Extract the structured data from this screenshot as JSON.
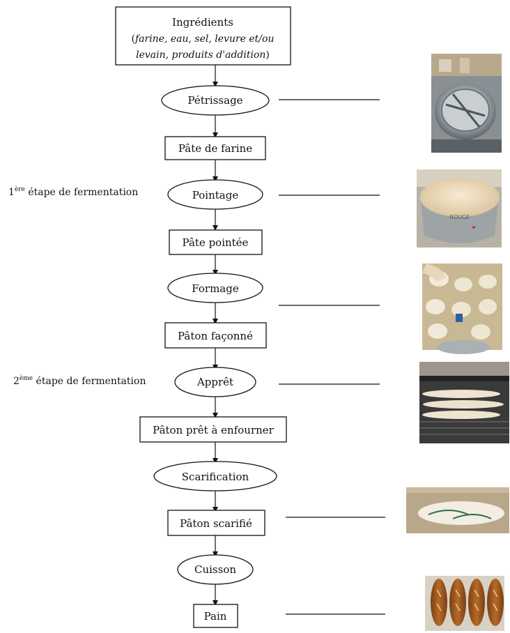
{
  "ingredients": {
    "title": "Ingrédients",
    "paren_open": "(",
    "line2": "farine, eau, sel, levure et/ou",
    "line3": "levain, produits d'addition",
    "paren_close": ")"
  },
  "nodes": {
    "petrissage": "Pétrissage",
    "pate_farine": "Pâte de farine",
    "pointage": "Pointage",
    "pate_pointee": "Pâte pointée",
    "formage": "Formage",
    "paton_faconne": "Pâton façonné",
    "appret": "Apprêt",
    "paton_pret": "Pâton prêt à enfourner",
    "scarification": "Scarification",
    "paton_scarifie": "Pâton scarifié",
    "cuisson": "Cuisson",
    "pain": "Pain"
  },
  "side_labels": {
    "first": {
      "ordinal": "1",
      "sup": "ère",
      "rest": " étape de fermentation"
    },
    "second": {
      "ordinal": "2",
      "sup": "ème",
      "rest": " étape de fermentation"
    }
  },
  "photos": [
    {
      "id": "kneader",
      "subject": "kneading machine bowl"
    },
    {
      "id": "dough-bowl",
      "subject": "risen dough in steel bowl"
    },
    {
      "id": "shaping",
      "subject": "dough balls on floured table"
    },
    {
      "id": "oven",
      "subject": "baguettes on oven rack"
    },
    {
      "id": "scored",
      "subject": "scored dough piece"
    },
    {
      "id": "breads",
      "subject": "baked loaves"
    }
  ]
}
